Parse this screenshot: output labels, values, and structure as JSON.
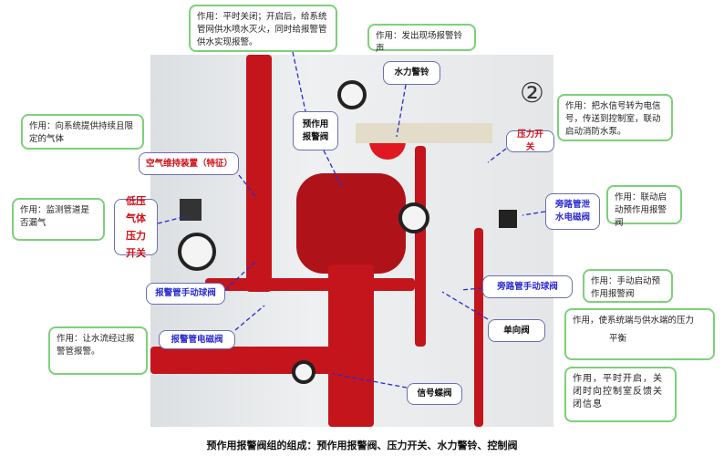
{
  "notes": {
    "alarm_valve_fn": "作用：平时关闭；开启后，给系统管网供水喷水灭火，同时给报警管供水实现报警。",
    "bell_fn": "作用：发出现场报警铃声",
    "air_fn": "作用：向系统提供持续且限定的气体",
    "pressure_switch_fn": "作用：把水信号转为电信号，传送到控制室，联动启动消防水泵。",
    "leak_fn": "作用：监测管道是否漏气",
    "bypass_solenoid_fn": "作用：联动启动预作用报警阀",
    "bypass_ball_fn": "作用：手动启动预作用报警阀",
    "check_valve_fn": "作用，使系统端与供水端的压力",
    "check_valve_fn2": "平衡",
    "alarm_pipe_fn": "作用：让水流经过报警管报警。",
    "butterfly_fn": "作用，平时开启，关闭时向控制室反馈关闭信息"
  },
  "labels": {
    "alarm_valve": "预作用报警阀",
    "water_bell": "水力警铃",
    "pressure_switch": "压力开关",
    "air_device": "空气维持装置（特征）",
    "low_pressure_switch": "低压气体压力开关",
    "bypass_solenoid": "旁路管泄水电磁阀",
    "alarm_ball_valve": "报警管手动球阀",
    "bypass_ball_valve": "旁路管手动球阀",
    "check_valve": "单向阀",
    "alarm_solenoid": "报警管电磁阀",
    "butterfly_valve": "信号蝶阀",
    "photo_number": "②"
  },
  "caption": "预作用报警阀组的组成：预作用报警阀、压力开关、水力警铃、控制阀"
}
